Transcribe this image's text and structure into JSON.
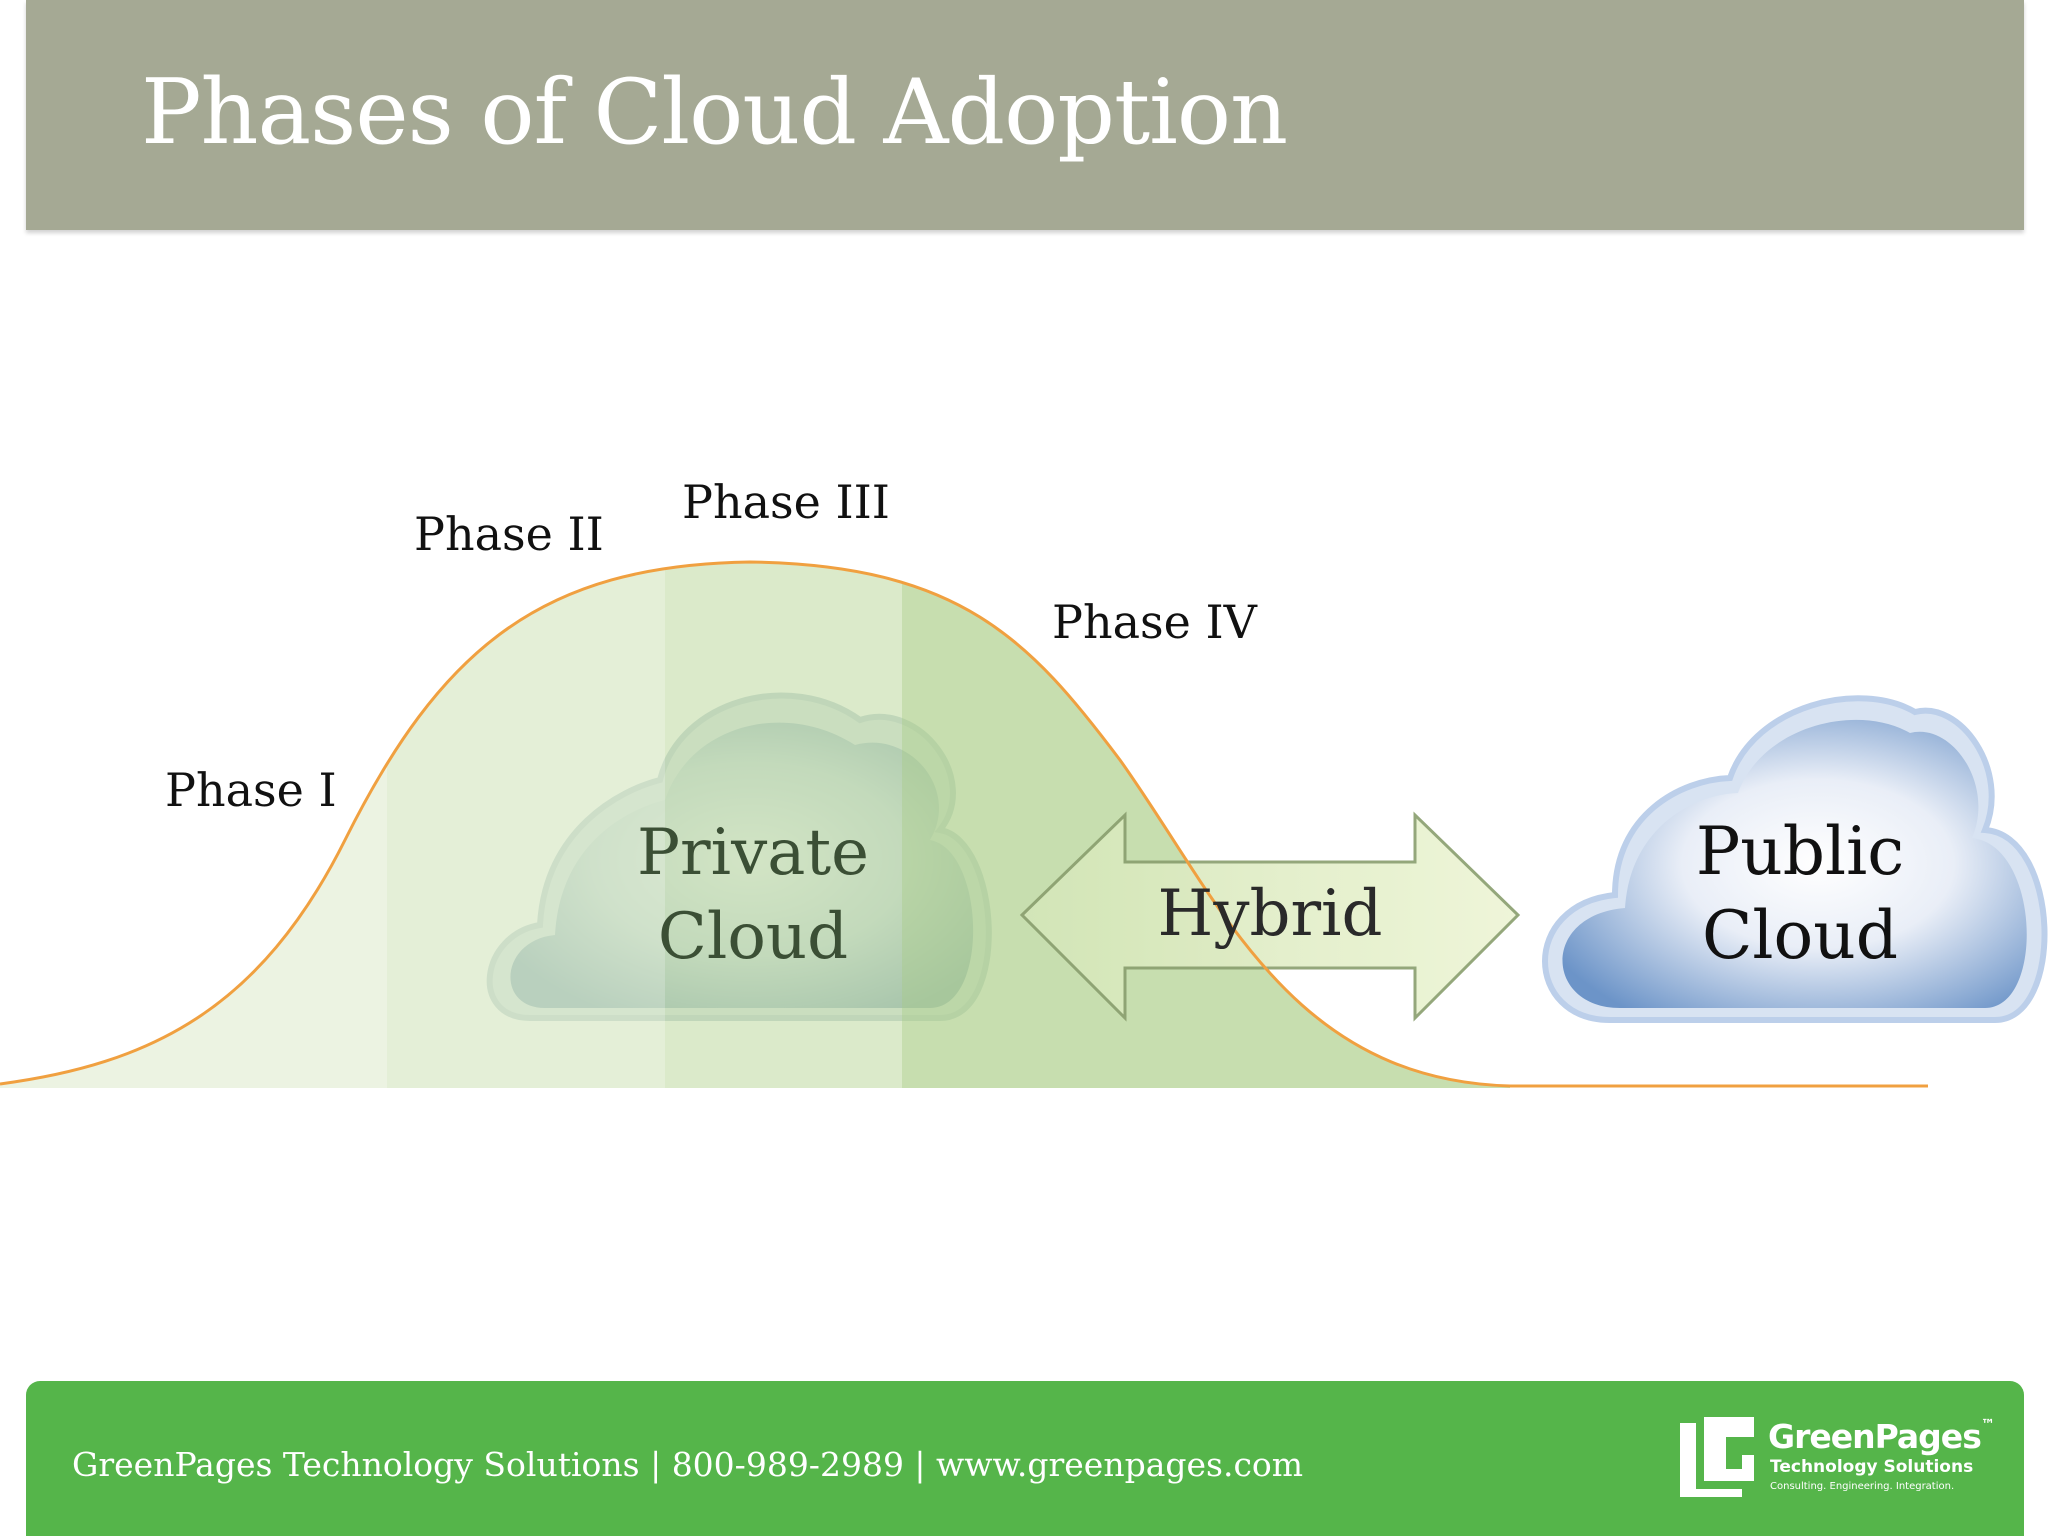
{
  "header": {
    "title": "Phases of Cloud Adoption"
  },
  "diagram": {
    "phases": [
      "Phase I",
      "Phase II",
      "Phase III",
      "Phase IV"
    ],
    "private_cloud": {
      "line1": "Private",
      "line2": "Cloud"
    },
    "hybrid_label": "Hybrid",
    "public_cloud": {
      "line1": "Public",
      "line2": "Cloud"
    }
  },
  "footer": {
    "text": "GreenPages Technology Solutions  |  800-989-2989  |  www.greenpages.com",
    "logo": {
      "name": "GreenPages",
      "trademark": "™",
      "subtitle": "Technology Solutions",
      "tagline": "Consulting. Engineering. Integration."
    }
  },
  "colors": {
    "title_bar": "#a5a994",
    "footer_bar": "#55b54a",
    "curve_stroke": "#f0a040",
    "phase_fill": "#c6dfad",
    "arrow_fill": "#e8f2cc",
    "arrow_stroke": "#8ba070",
    "public_cloud_blue": "#7ea3cf"
  }
}
